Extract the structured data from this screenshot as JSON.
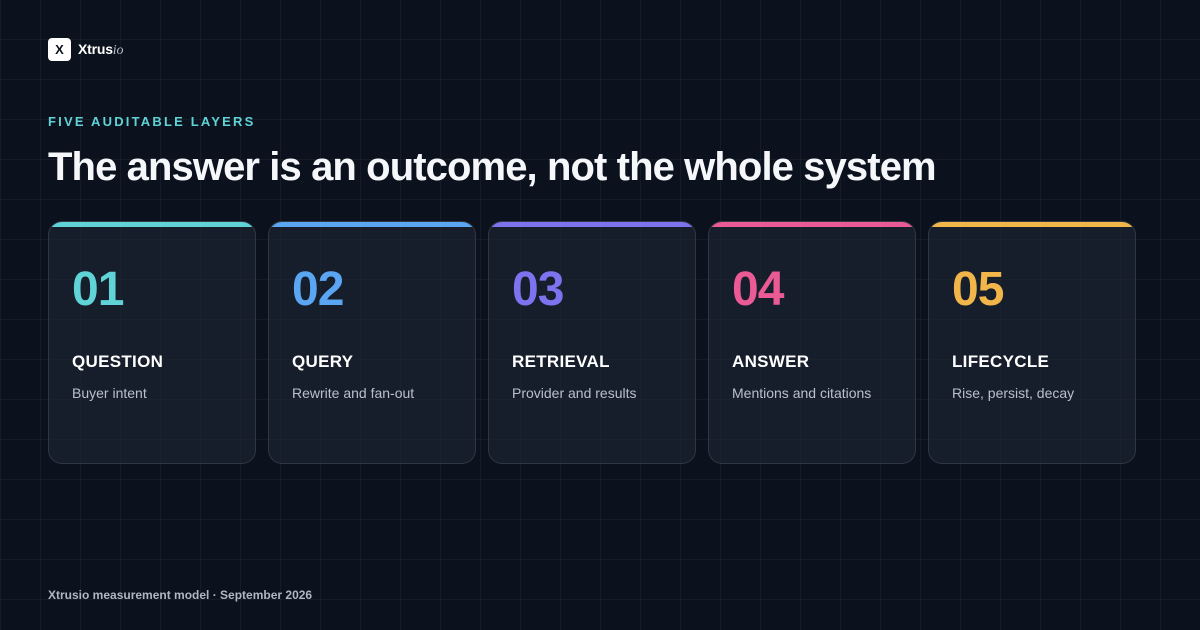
{
  "brand": {
    "mark": "X",
    "name_bold": "Xtrus",
    "name_italic": "io"
  },
  "eyebrow": "FIVE AUDITABLE LAYERS",
  "headline": "The answer is an outcome, not the whole system",
  "cards": [
    {
      "number": "01",
      "title": "QUESTION",
      "description": "Buyer intent",
      "color": "#5fd3d6"
    },
    {
      "number": "02",
      "title": "QUERY",
      "description": "Rewrite and fan-out",
      "color": "#5aa6f2"
    },
    {
      "number": "03",
      "title": "RETRIEVAL",
      "description": "Provider and results",
      "color": "#7e73ee"
    },
    {
      "number": "04",
      "title": "ANSWER",
      "description": "Mentions and citations",
      "color": "#ea5b95"
    },
    {
      "number": "05",
      "title": "LIFECYCLE",
      "description": "Rise, persist, decay",
      "color": "#f2b54a"
    }
  ],
  "footer": "Xtrusio measurement model · September 2026"
}
